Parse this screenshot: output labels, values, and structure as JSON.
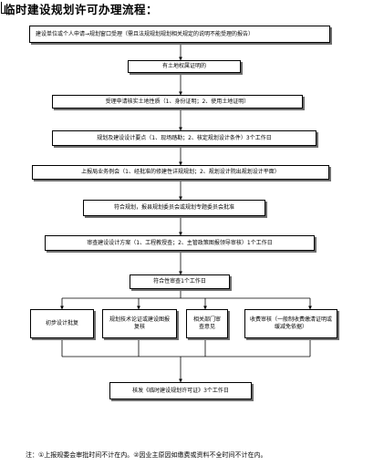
{
  "title": "临时建设规划许可办理流程：",
  "steps": {
    "s1": "建设单位或个人申请→规划窗口受理（需且法规规划规划相关规定的说明不能受理的报告）",
    "s2": "有土地权属证明的",
    "s3": "受理申请核实土地性质（1、身份证明；2、使用土地证明）",
    "s4": "规划及建设设计要点（1、现场踏勘；2、核定规划设计条件）3个工作日",
    "s5": "上报局业务例会（1、经批准的修建性详规规划；2、规划设计院出规划设计平面）",
    "s6": "符合规划，报县规划委员会或规划专题委员会批准",
    "s7": "审查建设设计方案（1、工程教授查；2、主管政策图报领导审核）1个工作日",
    "s8": "符合性审查1个工作日",
    "b1": "初步设计批复",
    "b2": "规划技术论证或建设图报复核",
    "b3": "相关部门审查意见",
    "b4": "收费审核（一般制收费缴清证明或缓减免依据）",
    "s9": "核发《临时建设规划许可证》3个工作日"
  },
  "note": "注：①上报规委会审批时间不计在内。②因业主原因如缴费或资料不全时间不计在内。"
}
